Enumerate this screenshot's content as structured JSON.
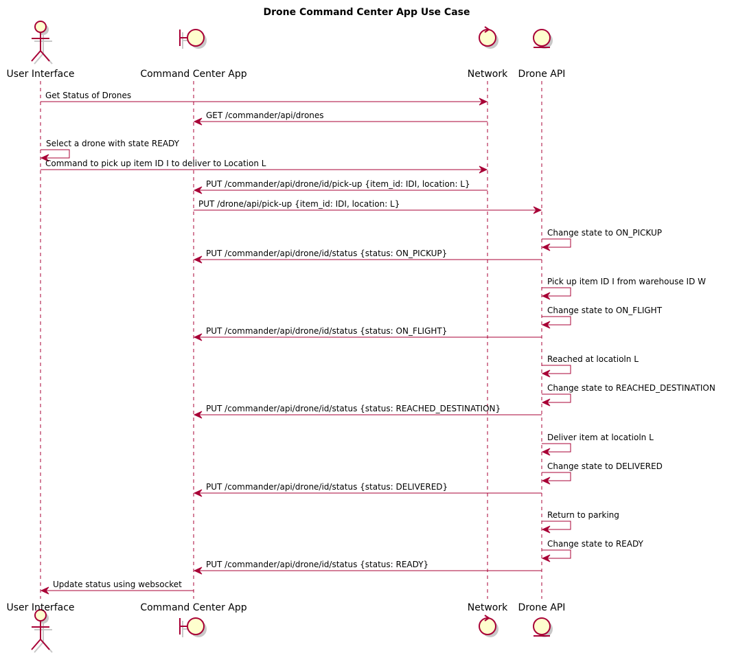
{
  "diagram": {
    "title": "Drone Command Center App Use Case",
    "colors": {
      "line": "#A80036",
      "fill": "#FEFECE",
      "shadow": "#C8C8C8",
      "text": "#000000"
    },
    "participants": [
      {
        "id": "ui",
        "label": "User Interface",
        "icon": "actor-icon"
      },
      {
        "id": "app",
        "label": "Command Center App",
        "icon": "boundary-icon"
      },
      {
        "id": "net",
        "label": "Network",
        "icon": "control-icon"
      },
      {
        "id": "api",
        "label": "Drone API",
        "icon": "entity-icon"
      }
    ],
    "messages": [
      {
        "from": "ui",
        "to": "net",
        "text": "Get Status of Drones"
      },
      {
        "from": "net",
        "to": "app",
        "text": "GET /commander/api/drones"
      },
      {
        "from": "ui",
        "to": "ui",
        "text": "Select a drone with state READY"
      },
      {
        "from": "ui",
        "to": "net",
        "text": "Command to pick up item ID I to deliver to Location L"
      },
      {
        "from": "net",
        "to": "app",
        "text": "PUT /commander/api/drone/id/pick-up {item_id: IDI, location: L}"
      },
      {
        "from": "app",
        "to": "api",
        "text": "PUT /drone/api/pick-up {item_id: IDI, location: L}"
      },
      {
        "from": "api",
        "to": "api",
        "text": "Change state to ON_PICKUP"
      },
      {
        "from": "api",
        "to": "app",
        "text": "PUT /commander/api/drone/id/status {status: ON_PICKUP}"
      },
      {
        "from": "api",
        "to": "api",
        "text": "Pick up item ID I from warehouse ID W"
      },
      {
        "from": "api",
        "to": "api",
        "text": "Change state to ON_FLIGHT"
      },
      {
        "from": "api",
        "to": "app",
        "text": "PUT /commander/api/drone/id/status {status: ON_FLIGHT}"
      },
      {
        "from": "api",
        "to": "api",
        "text": "Reached at locatioln L"
      },
      {
        "from": "api",
        "to": "api",
        "text": "Change state to REACHED_DESTINATION"
      },
      {
        "from": "api",
        "to": "app",
        "text": "PUT /commander/api/drone/id/status {status: REACHED_DESTINATION}"
      },
      {
        "from": "api",
        "to": "api",
        "text": "Deliver item at locatioln L"
      },
      {
        "from": "api",
        "to": "api",
        "text": "Change state to DELIVERED"
      },
      {
        "from": "api",
        "to": "app",
        "text": "PUT /commander/api/drone/id/status {status: DELIVERED}"
      },
      {
        "from": "api",
        "to": "api",
        "text": "Return to parking"
      },
      {
        "from": "api",
        "to": "api",
        "text": "Change state to READY"
      },
      {
        "from": "api",
        "to": "app",
        "text": "PUT /commander/api/drone/id/status {status: READY}"
      },
      {
        "from": "app",
        "to": "ui",
        "text": "Update status using websocket"
      }
    ]
  }
}
